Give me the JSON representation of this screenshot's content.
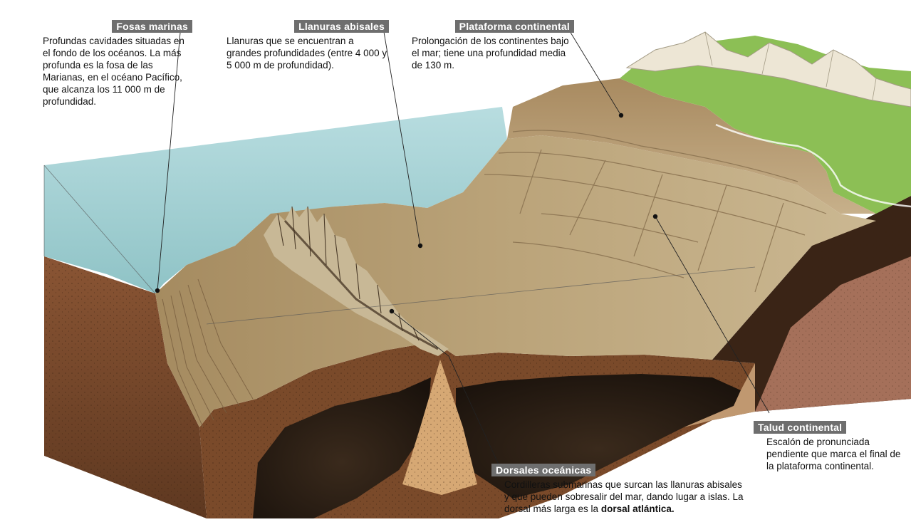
{
  "labels": {
    "fosas": {
      "title": "Fosas marinas",
      "text": "Profundas cavidades situadas en el fondo de los océanos. La más profunda es la fosa de las Marianas, en el océano Pacífico, que alcanza los 11 000 m de profundidad."
    },
    "llanuras": {
      "title": "Llanuras abisales",
      "text": "Llanuras que se encuentran a grandes profundidades (entre 4 000 y 5 000 m de profundidad)."
    },
    "plataforma": {
      "title": "Plataforma continental",
      "text": "Prolongación de los continentes bajo el mar; tiene una profundidad media de 130 m."
    },
    "talud": {
      "title": "Talud continental",
      "text": "Escalón de pronunciada pendiente que marca el final de la plataforma continental."
    },
    "dorsales": {
      "title": "Dorsales oceánicas",
      "text": "Cordilleras submarinas que surcan las llanuras abisales y que pueden sobresalir del mar, dando lugar a islas. La dorsal más larga es la",
      "bold": "dorsal atlántica."
    }
  },
  "colors": {
    "label_bg": "#6e6e6e",
    "sea": "#a9d3d6",
    "seafloor": "#b59b70",
    "plateau": "#c5ad80",
    "crust": "#7a4a2a",
    "mantle": "#2a1d14",
    "vegetation": "#7fb24a"
  }
}
